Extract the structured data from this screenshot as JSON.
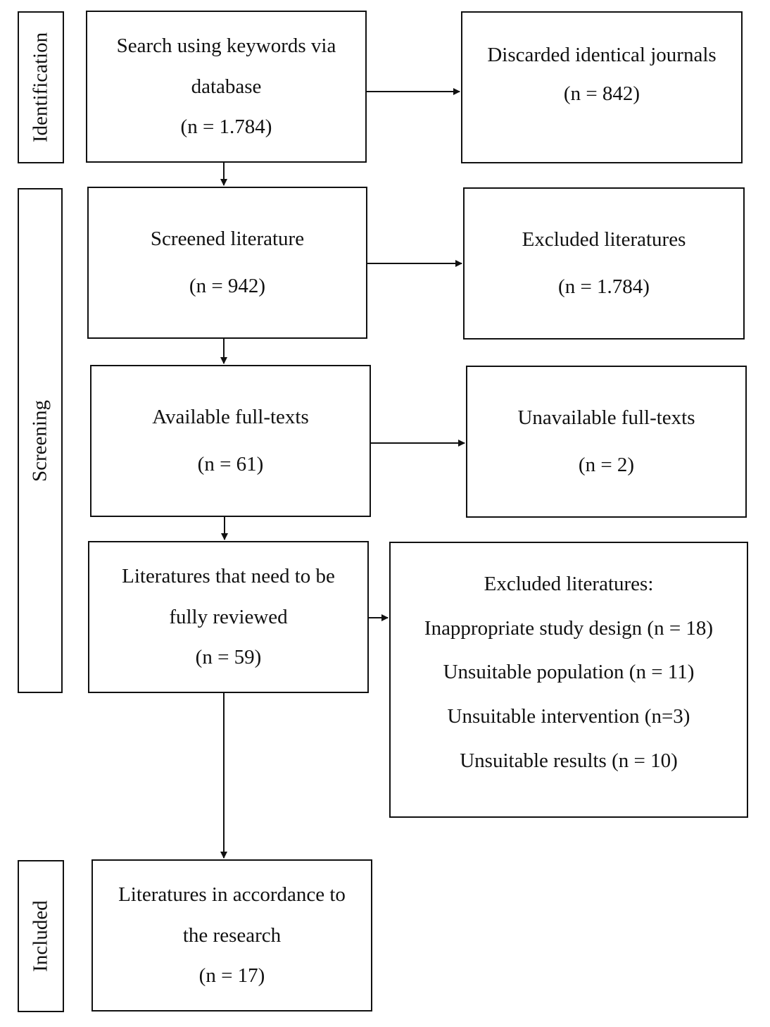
{
  "stages": {
    "identification": "Identification",
    "screening": "Screening",
    "included": "Included"
  },
  "boxes": {
    "search": {
      "lines": [
        "Search using keywords via",
        "database",
        "(n = 1.784)"
      ]
    },
    "discarded": {
      "lines": [
        "Discarded identical journals",
        "(n = 842)"
      ]
    },
    "screened": {
      "lines": [
        "Screened literature",
        "(n = 942)"
      ]
    },
    "excluded1": {
      "lines": [
        "Excluded literatures",
        "(n = 1.784)"
      ]
    },
    "available": {
      "lines": [
        "Available full-texts",
        "(n = 61)"
      ]
    },
    "unavailable": {
      "lines": [
        "Unavailable full-texts",
        "(n = 2)"
      ]
    },
    "review": {
      "lines": [
        "Literatures that need to be",
        "fully reviewed",
        "(n = 59)"
      ]
    },
    "excluded2": {
      "lines": [
        "Excluded literatures:",
        "Inappropriate study design (n = 18)",
        "Unsuitable population (n = 11)",
        "Unsuitable intervention (n=3)",
        "Unsuitable results (n = 10)"
      ]
    },
    "included": {
      "lines": [
        "Literatures in accordance to",
        "the research",
        "(n = 17)"
      ]
    }
  }
}
